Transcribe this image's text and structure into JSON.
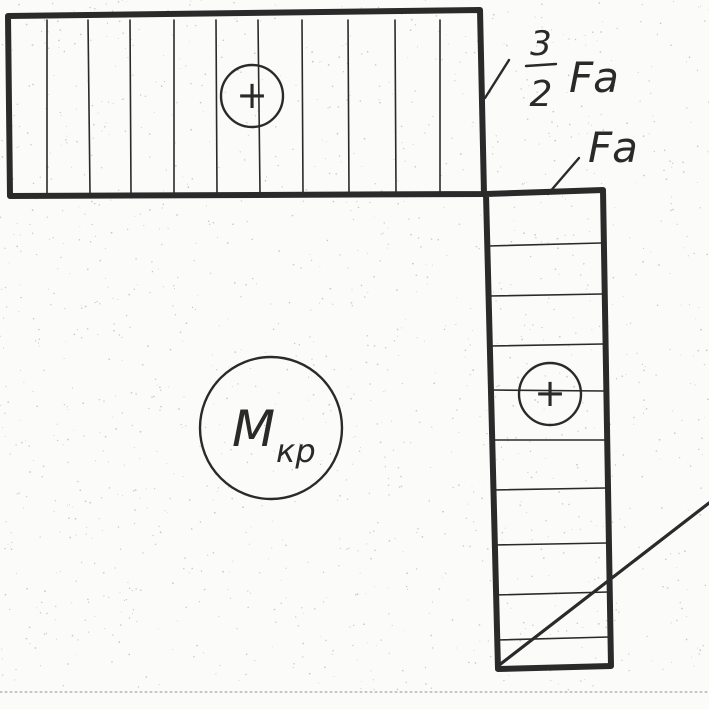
{
  "diagram": {
    "title": "",
    "moment_symbol": "M",
    "moment_subscript": "кр",
    "top_segment": {
      "sign": "+",
      "value_numerator": "3",
      "value_denominator": "2",
      "value_suffix": "Fa"
    },
    "vertical_segment": {
      "sign": "+",
      "value_label": "Fa"
    }
  }
}
